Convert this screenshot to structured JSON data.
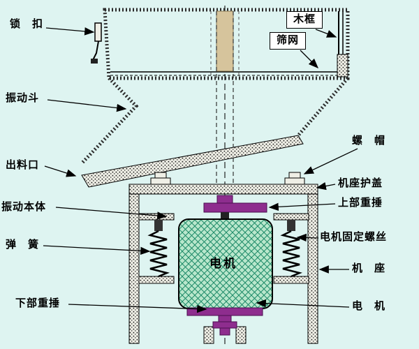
{
  "diagram_type": "vibrating-sieve-machine-cross-section",
  "colors": {
    "background": "#def4f1",
    "line": "#000000",
    "structure_hatch_base": "#efefe6",
    "motor_fill": "#b9e7cc",
    "motor_hatch": "#1d8a68",
    "weight_purple": "#8e2d8e",
    "center_post_tan": "#d6c49c",
    "label_box_background": "#ffffff"
  },
  "labels": {
    "lock": "锁　扣",
    "wood_frame": "木框",
    "mesh": "筛网",
    "hopper": "振动斗",
    "outlet": "出料口",
    "nut": "螺　帽",
    "base_cover": "机座护盖",
    "vibration_body": "振动本体",
    "upper_weight": "上部重捶",
    "spring": "弹　簧",
    "motor_screw": "电机固定螺丝",
    "base": "机　座",
    "lower_weight": "下部重捶",
    "motor_side": "电　机",
    "motor_center": "电机"
  }
}
